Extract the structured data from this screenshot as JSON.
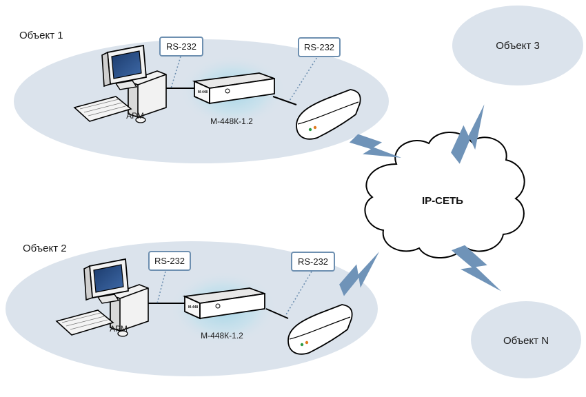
{
  "sites": [
    {
      "title": "Объект 1",
      "rs_left": "RS-232",
      "rs_right": "RS-232",
      "arm": "АРМ",
      "device": "М-448К-1.2",
      "device_face": "M-448"
    },
    {
      "title": "Объект 2",
      "rs_left": "RS-232",
      "rs_right": "RS-232",
      "arm": "АРМ",
      "device": "М-448К-1.2",
      "device_face": "M-448"
    }
  ],
  "network": {
    "label": "IP-СЕТЬ"
  },
  "remote": [
    {
      "title": "Объект 3"
    },
    {
      "title": "Объект N"
    }
  ],
  "colors": {
    "site_fill": "#dbe3ec",
    "glow": "#9fcfe0",
    "bolt": "#6f93b8",
    "rs_border": "#6d8fb0",
    "dotted": "#6d8fb0"
  }
}
